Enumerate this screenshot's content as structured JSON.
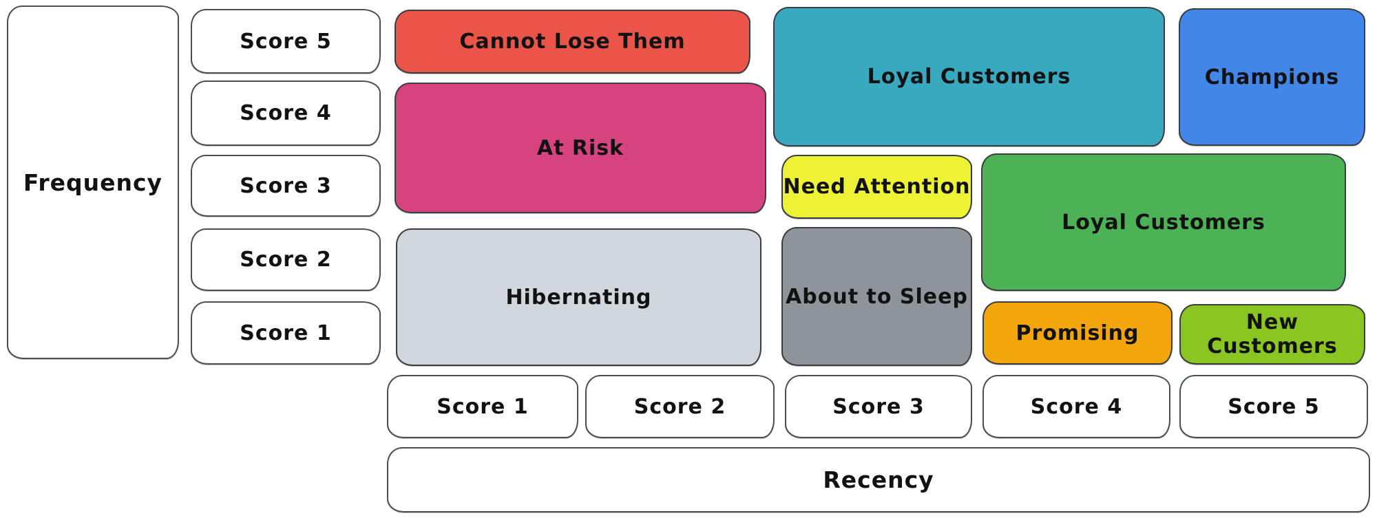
{
  "axes": {
    "frequency": {
      "label": "Frequency",
      "scores": [
        "Score 5",
        "Score 4",
        "Score 3",
        "Score 2",
        "Score 1"
      ]
    },
    "recency": {
      "label": "Recency",
      "scores": [
        "Score 1",
        "Score 2",
        "Score 3",
        "Score 4",
        "Score 5"
      ]
    }
  },
  "segments": [
    {
      "label": "Cannot Lose Them",
      "color": "#ea5449",
      "recency_span": "1-2",
      "frequency_span": "5"
    },
    {
      "label": "At Risk",
      "color": "#d6437f",
      "recency_span": "1-2",
      "frequency_span": "3-4"
    },
    {
      "label": "Hibernating",
      "color": "#d2d7dd",
      "recency_span": "1-2",
      "frequency_span": "1-2"
    },
    {
      "label": "Loyal Customers",
      "color": "#39a9bf",
      "recency_span": "3-4",
      "frequency_span": "4-5"
    },
    {
      "label": "Champions",
      "color": "#4286e8",
      "recency_span": "5",
      "frequency_span": "4-5"
    },
    {
      "label": "Need Attention",
      "color": "#edf334",
      "recency_span": "3",
      "frequency_span": "3"
    },
    {
      "label": "About to Sleep",
      "color": "#8e9499",
      "recency_span": "3",
      "frequency_span": "1-2"
    },
    {
      "label": "Loyal Customers",
      "color": "#4db156",
      "recency_span": "4-5",
      "frequency_span": "2-3"
    },
    {
      "label": "Promising",
      "color": "#f2a60b",
      "recency_span": "4",
      "frequency_span": "1"
    },
    {
      "label": "New Customers",
      "color": "#8ac522",
      "recency_span": "5",
      "frequency_span": "1"
    }
  ],
  "colors": {
    "background": "#ffffff",
    "outline": "#383d42",
    "text": "#121212"
  }
}
